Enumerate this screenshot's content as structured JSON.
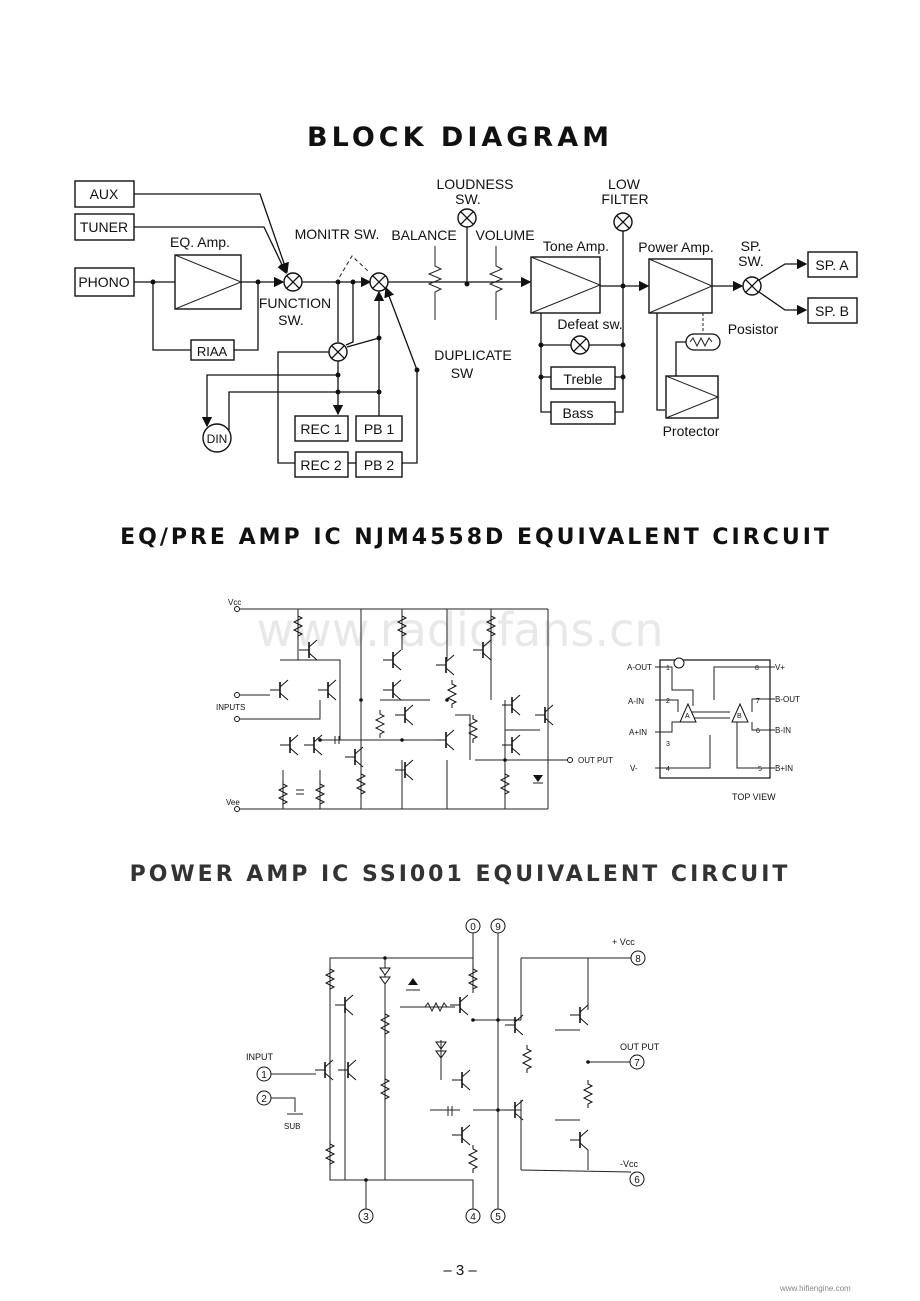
{
  "page": {
    "title": "BLOCK DIAGRAM",
    "page_number": "– 3 –",
    "watermark": "www.radiofans.cn",
    "credit": "www.hifiengine.com"
  },
  "block": {
    "aux": "AUX",
    "tuner": "TUNER",
    "phono": "PHONO",
    "eq_amp": "EQ. Amp.",
    "riaa": "RIAA",
    "function_sw_1": "FUNCTION",
    "function_sw_2": "SW.",
    "monitor_sw": "MONITR SW.",
    "balance": "BALANCE",
    "loudness_1": "LOUDNESS",
    "loudness_2": "SW.",
    "volume": "VOLUME",
    "tone_amp": "Tone Amp.",
    "low_filter_1": "LOW",
    "low_filter_2": "FILTER",
    "power_amp": "Power Amp.",
    "sp_sw_1": "SP.",
    "sp_sw_2": "SW.",
    "sp_a": "SP. A",
    "sp_b": "SP. B",
    "defeat_sw": "Defeat sw.",
    "treble": "Treble",
    "bass": "Bass",
    "posistor": "Posistor",
    "protector": "Protector",
    "duplicate_1": "DUPLICATE",
    "duplicate_2": "SW",
    "din": "DIN",
    "rec1": "REC 1",
    "pb1": "PB 1",
    "rec2": "REC 2",
    "pb2": "PB 2"
  },
  "eq_section": {
    "title": "EQ/PRE AMP IC NJM4558D EQUIVALENT CIRCUIT",
    "vcc": "Vcc",
    "vee": "Vee",
    "inputs": "INPUTS",
    "output": "OUT PUT",
    "pins": {
      "a_out": "A-OUT",
      "a_in_neg": "A-IN",
      "a_in_pos": "A+IN",
      "v_neg": "V-",
      "v_pos": "V+",
      "b_out": "B-OUT",
      "b_in_neg": "B-IN",
      "b_in_pos": "B+IN",
      "p1": "1",
      "p2": "2",
      "p3": "3",
      "p4": "4",
      "p5": "5",
      "p6": "6",
      "p7": "7",
      "p8": "8"
    },
    "amp_a": "A",
    "amp_b": "B",
    "top_view": "TOP VIEW"
  },
  "power_section": {
    "title": "POWER AMP IC SSI001 EQUIVALENT CIRCUIT",
    "vcc_pos": "+ Vcc",
    "vcc_neg": "-Vcc",
    "input": "INPUT",
    "output": "OUT PUT",
    "sub": "SUB",
    "pins": {
      "p0": "0",
      "p9": "9",
      "p8": "8",
      "p1": "1",
      "p2": "2",
      "p7": "7",
      "p6": "6",
      "p3": "3",
      "p4": "4",
      "p5": "5"
    }
  }
}
